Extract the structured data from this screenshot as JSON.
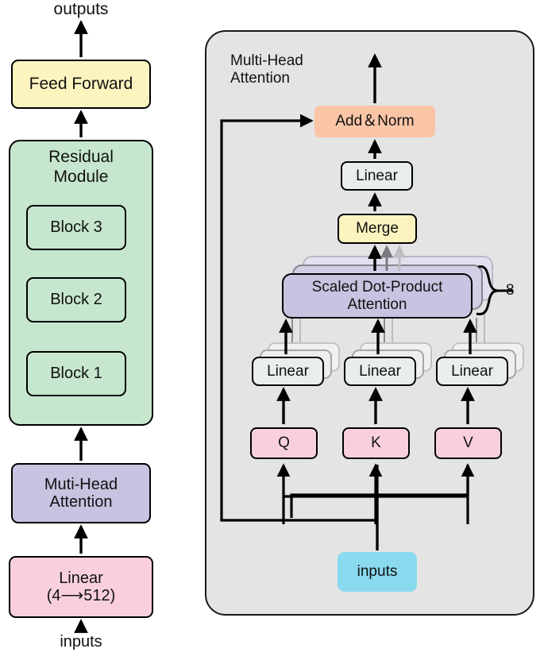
{
  "figure": {
    "type": "architecture-diagram",
    "title_implicit": "Transformer encoder with residual module and multi-head attention detail"
  },
  "left_column": {
    "top_label": "outputs",
    "bottom_label": "inputs",
    "nodes": [
      {
        "id": "feed-forward",
        "label": "Feed Forward",
        "color": "#fbf4bf"
      },
      {
        "id": "residual-module",
        "label": "Residual\nModule",
        "color": "#c6e7ce"
      },
      {
        "id": "block-3",
        "label": "Block 3",
        "color": "#c6e7ce"
      },
      {
        "id": "block-2",
        "label": "Block 2",
        "color": "#c6e7ce"
      },
      {
        "id": "block-1",
        "label": "Block 1",
        "color": "#c6e7ce"
      },
      {
        "id": "multi-head-attention",
        "label": "Muti-Head\nAttention",
        "color": "#c9c2e0"
      },
      {
        "id": "linear-projection",
        "label": "Linear\n(4⟶512)",
        "color": "#f9cfdf"
      }
    ]
  },
  "right_panel": {
    "title": "Multi-Head\nAttention",
    "background": "#e4e4e4",
    "nodes": [
      {
        "id": "add-norm",
        "label": "Add＆Norm",
        "color": "#f9c5a6"
      },
      {
        "id": "linear-output",
        "label": "Linear",
        "color": "#e8eeea"
      },
      {
        "id": "merge",
        "label": "Merge",
        "color": "#fbf4bf"
      },
      {
        "id": "scaled-dot-product-attention",
        "label": "Scaled Dot-Product\nAttention",
        "color": "#c9c2e0"
      },
      {
        "id": "linear-q",
        "label": "Linear",
        "color": "#e8eeea"
      },
      {
        "id": "linear-k",
        "label": "Linear",
        "color": "#e8eeea"
      },
      {
        "id": "linear-v",
        "label": "Linear",
        "color": "#e8eeea"
      },
      {
        "id": "query",
        "label": "Q",
        "color": "#f9cfdf"
      },
      {
        "id": "key",
        "label": "K",
        "color": "#f9cfdf"
      },
      {
        "id": "value",
        "label": "V",
        "color": "#f9cfdf"
      },
      {
        "id": "inputs",
        "label": "inputs",
        "color": "#89d9ef"
      }
    ],
    "heads_count": "8"
  },
  "colors": {
    "yellow": "#fbf4bf",
    "green": "#c6e7ce",
    "purple": "#c9c2e0",
    "pink": "#f9cfdf",
    "orange": "#f9c5a6",
    "cyan": "#89d9ef",
    "gray_panel": "#e4e4e4",
    "light_gray_box": "#e8eeea",
    "stroke": "#000000"
  }
}
